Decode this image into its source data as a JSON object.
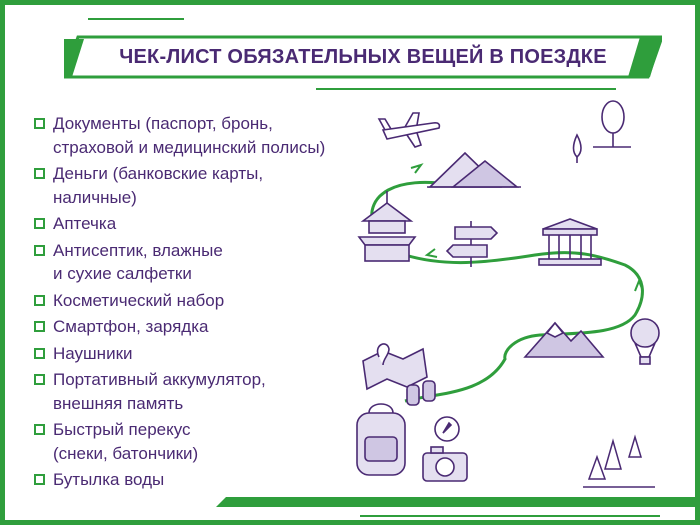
{
  "title": "ЧЕК-ЛИСТ ОБЯЗАТЕЛЬНЫХ ВЕЩЕЙ В ПОЕЗДКЕ",
  "items": [
    "Документы (паспорт, бронь,\nстраховой и медицинский полисы)",
    "Деньги (банковские карты,\nналичные)",
    "Аптечка",
    "Антисептик, влажные\nи сухие салфетки",
    "Косметический набор",
    "Смартфон, зарядка",
    "Наушники",
    "Портативный аккумулятор,\nвнешняя память",
    "Быстрый перекус\n(снеки, батончики)",
    "Бутылка воды"
  ],
  "colors": {
    "green": "#2f9e3c",
    "purple": "#4a2a73"
  },
  "icons": [
    "airplane-icon",
    "pyramids-icon",
    "temple-icon",
    "signpost-icon",
    "parthenon-icon",
    "mountain-icon",
    "balloon-icon",
    "map-icon",
    "binoculars-icon",
    "compass-icon",
    "backpack-icon",
    "camera-icon",
    "tree-icon"
  ]
}
